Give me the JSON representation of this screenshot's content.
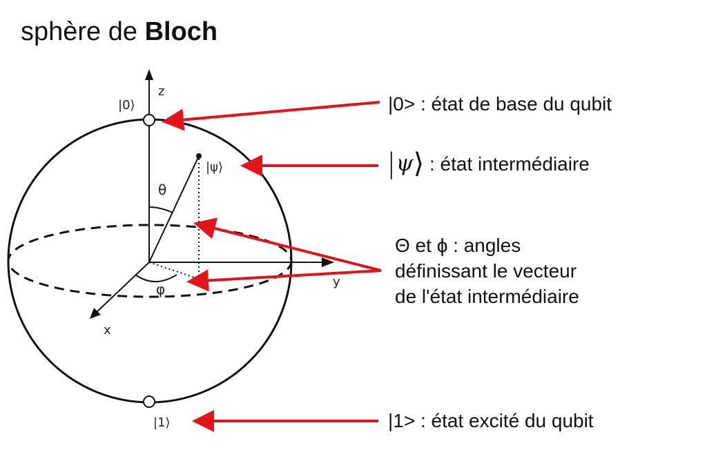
{
  "title": {
    "text": "sphère de ",
    "bold": "Bloch"
  },
  "diagram": {
    "axis_z": "z",
    "axis_y": "y",
    "axis_x": "x",
    "ket_zero": "|0⟩",
    "ket_one": "|1⟩",
    "ket_psi": "|ψ⟩",
    "theta": "θ",
    "phi": "φ"
  },
  "annotations": {
    "zero": "|0> : état de base du qubit",
    "psi_symbol": "ψ",
    "psi_text": " : état intermédiaire",
    "angles_line1": "Θ et ϕ : angles",
    "angles_line2": "définissant le vecteur",
    "angles_line3": "de l'état intermédiaire",
    "one": "|1> : état excité du qubit"
  },
  "colors": {
    "arrow": "#e0141b",
    "lines": "#111111"
  }
}
